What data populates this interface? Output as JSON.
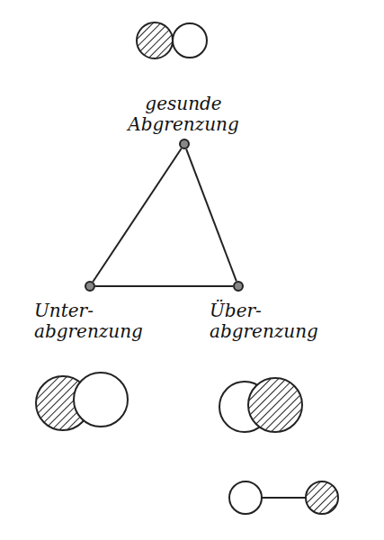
{
  "diagram": {
    "nodes": [
      {
        "text": [
          "gesunde Abgrenzung"
        ]
      },
      {
        "text": [
          "Unter- abgrenzung"
        ]
      },
      {
        "text": [
          "Über- abgrenzung"
        ]
      }
    ],
    "edges": [
      {
        "from": 0,
        "to": 1,
        "arrow": "none"
      },
      {
        "from": 0,
        "to": 2,
        "arrow": "none"
      },
      {
        "from": 1,
        "to": 2,
        "arrow": "none"
      }
    ]
  }
}
